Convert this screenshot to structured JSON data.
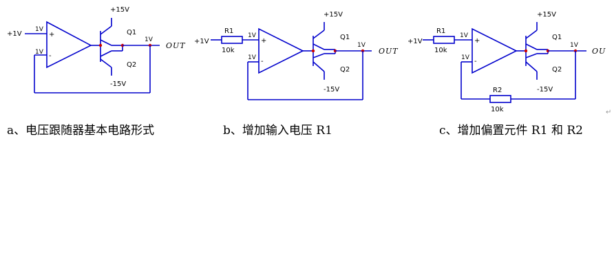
{
  "captions": {
    "a": "a、电压跟随器基本电路形式",
    "b": "b、增加输入电压 R1",
    "c": "c、增加偏置元件 R1 和 R2"
  },
  "return_mark": "↵",
  "labels": {
    "vplus": "+15V",
    "vminus": "-15V",
    "q1": "Q1",
    "q2": "Q2",
    "in": "+1V",
    "node_1v": "1V",
    "out": "OUT",
    "out_cut": "OU",
    "plus": "+",
    "minus": "-",
    "r1": "R1",
    "r2": "R2",
    "r_value": "10k"
  },
  "colors": {
    "wire": "#0000cc",
    "junction": "#cc0000",
    "text": "#000000"
  }
}
